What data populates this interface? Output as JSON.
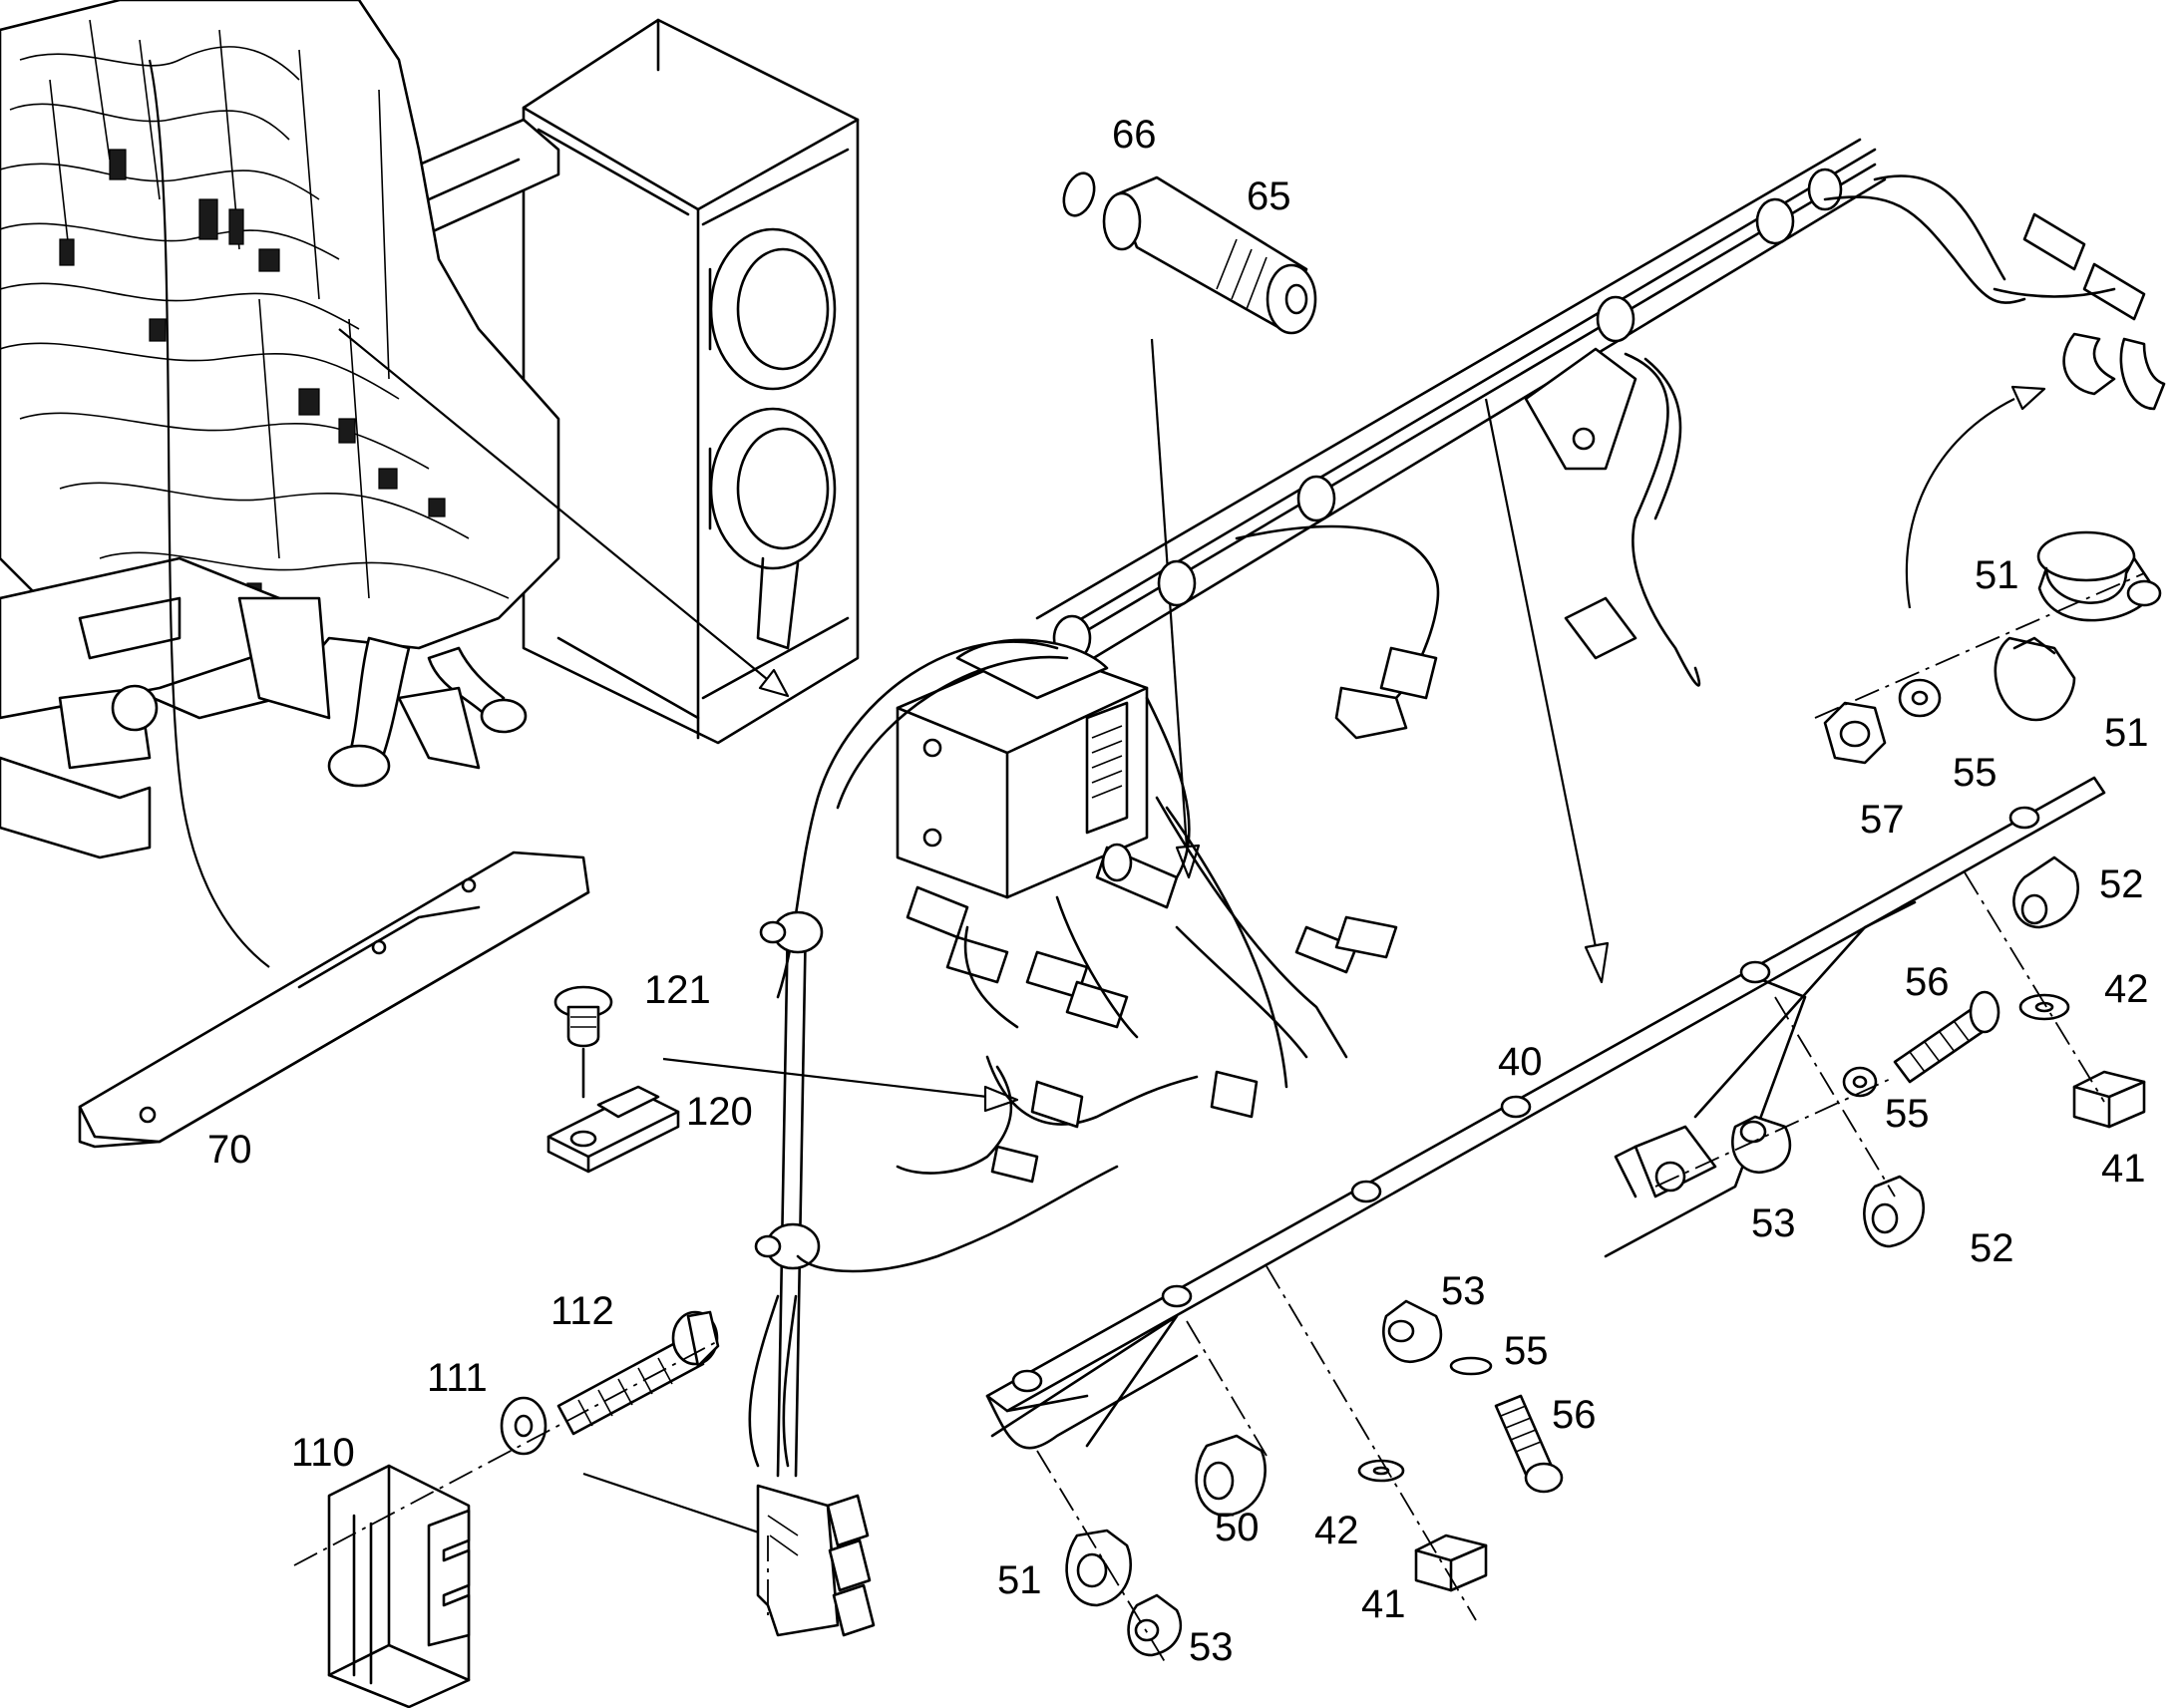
{
  "callouts": {
    "c66": "66",
    "c65": "65",
    "c51a": "51",
    "c51b": "51",
    "c51c": "51",
    "c55a": "55",
    "c55b": "55",
    "c55c": "55",
    "c57": "57",
    "c52a": "52",
    "c52b": "52",
    "c56a": "56",
    "c56b": "56",
    "c42a": "42",
    "c42b": "42",
    "c41a": "41",
    "c41b": "41",
    "c40": "40",
    "c53a": "53",
    "c53b": "53",
    "c53c": "53",
    "c121": "121",
    "c120": "120",
    "c70": "70",
    "c112": "112",
    "c111": "111",
    "c110": "110",
    "c50": "50"
  }
}
